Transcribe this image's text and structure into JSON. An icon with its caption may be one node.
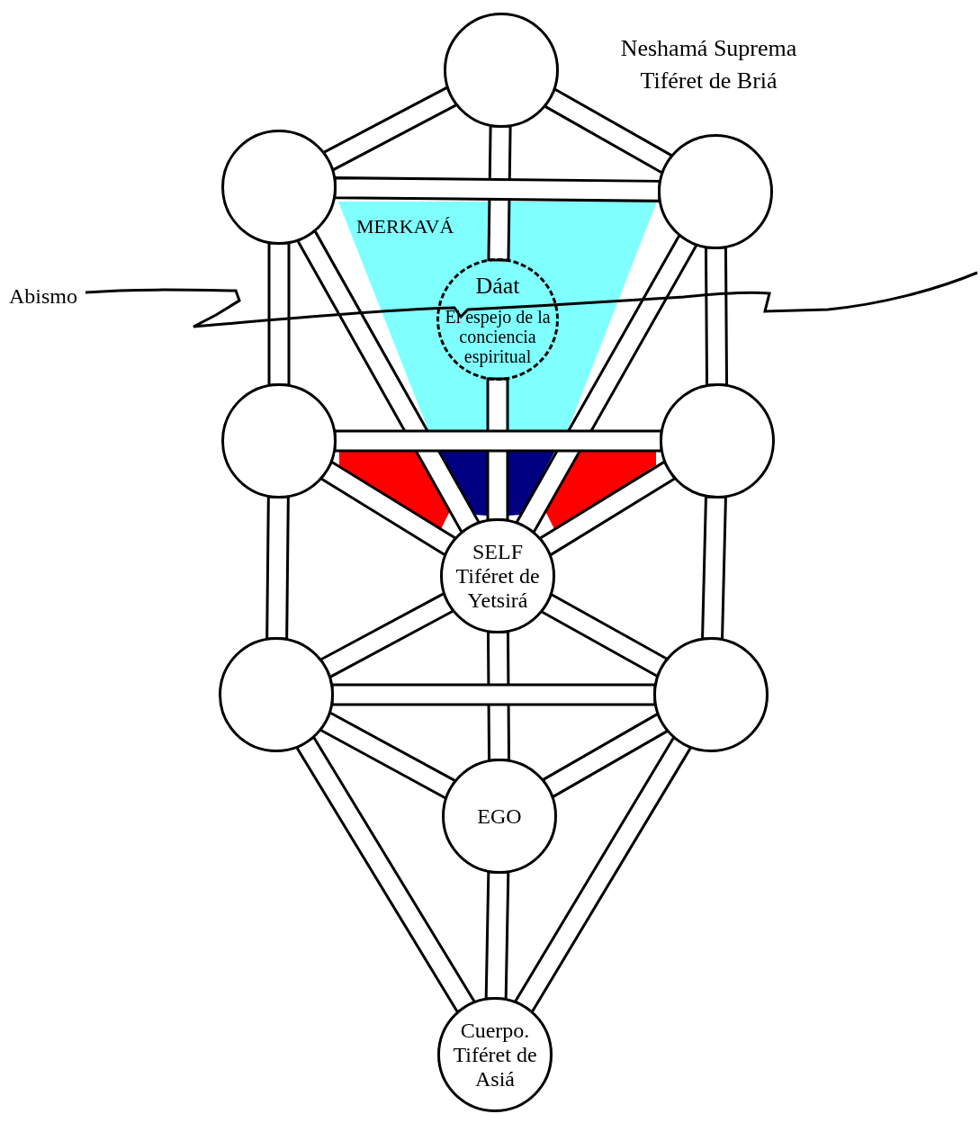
{
  "diagram": {
    "nodes": [
      {
        "text": [],
        "shape": "circle",
        "beside": [
          "Neshamá Suprema Tiféret de Briá"
        ]
      },
      {
        "text": [],
        "shape": "circle"
      },
      {
        "text": [],
        "shape": "circle"
      },
      {
        "text": [
          "MERKAVÁ"
        ]
      },
      {
        "text": [
          "Dáat",
          "El espejo de la conciencia espiritual"
        ],
        "in": 3
      },
      {
        "text": [],
        "shape": "circle"
      },
      {
        "text": [],
        "shape": "circle"
      },
      {
        "text": [
          "SELF Tiféret de Yetsirá"
        ]
      },
      {
        "text": [],
        "shape": "circle"
      },
      {
        "text": [],
        "shape": "circle"
      },
      {
        "text": [
          "EGO"
        ]
      },
      {
        "text": [
          "Cuerpo. Tiféret de Asiá"
        ]
      },
      {
        "text": [],
        "shape": "triangle"
      },
      {
        "text": [],
        "shape": "triangle"
      },
      {
        "text": [],
        "shape": "triangle"
      },
      {
        "text": [],
        "shape": "triangle"
      }
    ],
    "edges": [
      {
        "from": 0,
        "to": 1,
        "arrow": "none"
      },
      {
        "from": 0,
        "to": 2,
        "arrow": "none"
      },
      {
        "from": 0,
        "to": 4,
        "arrow": "none"
      },
      {
        "from": 1,
        "to": 2,
        "arrow": "none"
      },
      {
        "from": 1,
        "to": 5,
        "arrow": "none"
      },
      {
        "from": 1,
        "to": 7,
        "arrow": "none"
      },
      {
        "from": 2,
        "to": 6,
        "arrow": "none"
      },
      {
        "from": 2,
        "to": 7,
        "arrow": "none"
      },
      {
        "from": 4,
        "to": 7,
        "arrow": "none"
      },
      {
        "from": 5,
        "to": 6,
        "arrow": "none"
      },
      {
        "from": 5,
        "to": 7,
        "arrow": "none"
      },
      {
        "from": 5,
        "to": 8,
        "arrow": "none"
      },
      {
        "from": 6,
        "to": 7,
        "arrow": "none"
      },
      {
        "from": 6,
        "to": 9,
        "arrow": "none"
      },
      {
        "from": 7,
        "to": 8,
        "arrow": "none"
      },
      {
        "from": 7,
        "to": 9,
        "arrow": "none"
      },
      {
        "from": 7,
        "to": 10,
        "arrow": "none"
      },
      {
        "from": 8,
        "to": 9,
        "arrow": "none"
      },
      {
        "from": 8,
        "to": 10,
        "arrow": "none"
      },
      {
        "from": 8,
        "to": 11,
        "arrow": "none"
      },
      {
        "from": 9,
        "to": 10,
        "arrow": "none"
      },
      {
        "from": 9,
        "to": 11,
        "arrow": "none"
      },
      {
        "from": 10,
        "to": 11,
        "arrow": "none"
      }
    ],
    "labels": [
      "Abismo"
    ]
  }
}
